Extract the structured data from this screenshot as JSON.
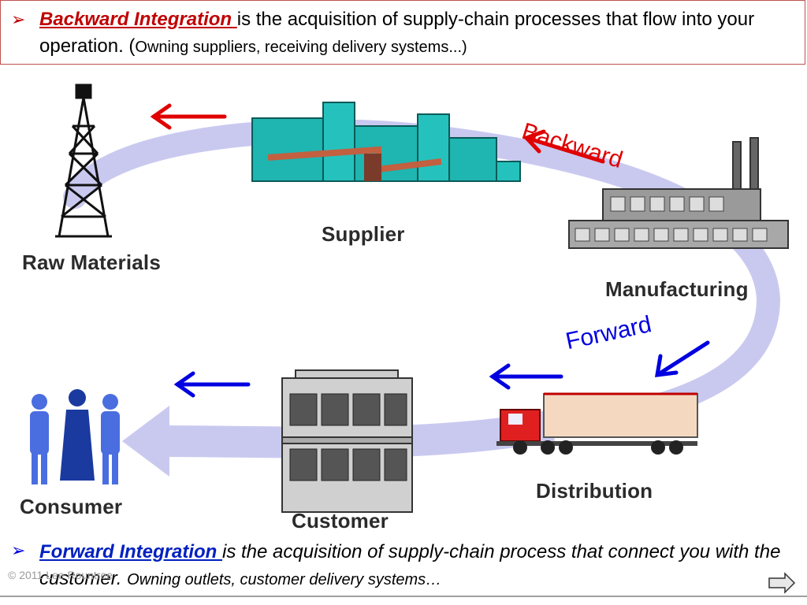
{
  "top": {
    "term": "Backward Integration ",
    "rest": "is the acquisition of supply-chain processes that flow into your operation. (",
    "small": "Owning suppliers, receiving delivery systems...)"
  },
  "bottom": {
    "term": "Forward Integration ",
    "rest": "is the acquisition of supply-chain process that connect you with the customer. ",
    "small": "Owning outlets, customer delivery systems…"
  },
  "labels": {
    "raw_materials": "Raw Materials",
    "supplier": "Supplier",
    "manufacturing": "Manufacturing",
    "distribution": "Distribution",
    "customer": "Customer",
    "consumer": "Consumer",
    "backward": "Backward",
    "forward": "Forward"
  },
  "footer": {
    "copyright": "© 2011 Lee Rountree"
  },
  "colors": {
    "backward": "#e00000",
    "forward": "#0000e0",
    "cycle": "#c9c9f0"
  },
  "icons": [
    "bullet-arrow-icon",
    "oil-derrick-icon",
    "factory-icon",
    "truck-icon",
    "store-building-icon",
    "people-icon",
    "next-slide-icon"
  ]
}
